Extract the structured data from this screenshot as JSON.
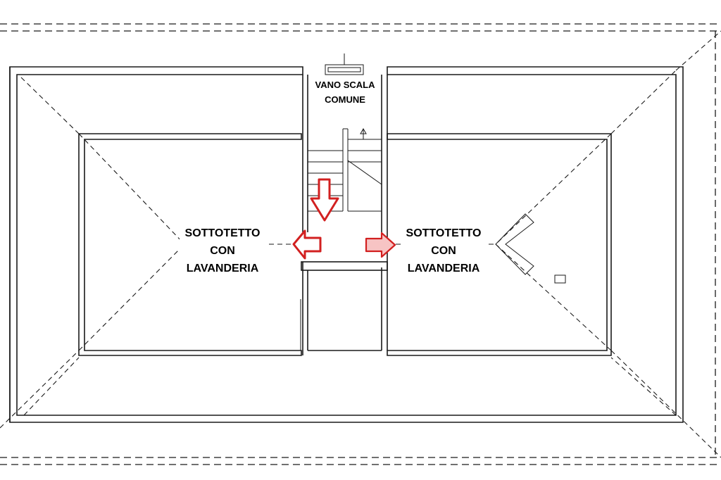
{
  "rooms": {
    "stair": {
      "line1": "VANO SCALA",
      "line2": "COMUNE"
    },
    "left": {
      "line1": "SOTTOTETTO",
      "line2": "CON",
      "line3": "LAVANDERIA"
    },
    "right": {
      "line1": "SOTTOTETTO",
      "line2": "CON",
      "line3": "LAVANDERIA"
    }
  },
  "colors": {
    "lines": "#1a1a1a",
    "arrow_stroke": "#d22020",
    "arrow_fill_light": "#f7c4c4",
    "background": "#ffffff"
  }
}
